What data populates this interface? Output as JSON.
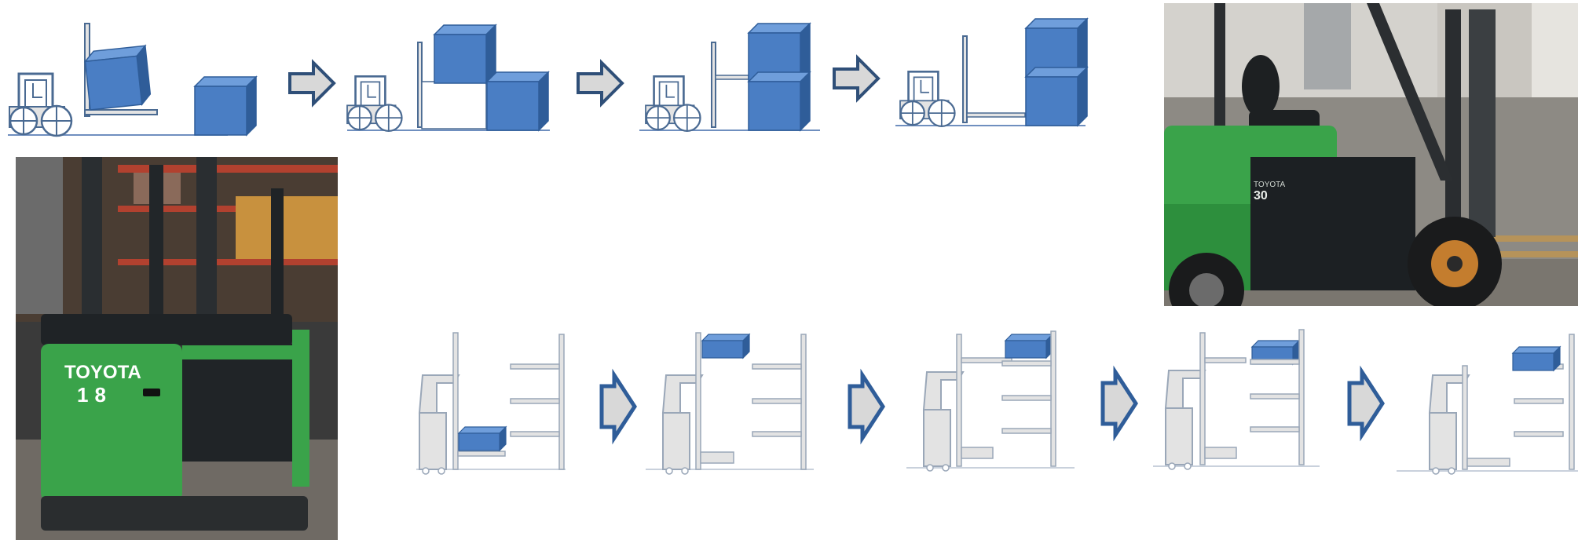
{
  "colors": {
    "box_fill": "#4a7ec4",
    "box_top": "#6f9edb",
    "box_side": "#2f5d99",
    "outline": "#4a6a92",
    "truck_fill": "#e3e3e3",
    "arrow_fill": "#d8d8d8",
    "arrow_stroke": "#2f4f78",
    "ground": "#6f8fbf",
    "photo_green": "#3aa34a",
    "photo_dark": "#1e2326"
  },
  "icons": [
    "counterbalance-forklift-icon",
    "reach-truck-icon",
    "right-arrow-icon",
    "cargo-box-icon",
    "rack-icon"
  ],
  "sequences": {
    "counterbalance_steps": 4,
    "reach_truck_steps": 5
  },
  "photos": {
    "reach_truck": {
      "brand": "TOYOTA",
      "model": "18"
    },
    "counterbalance": {
      "brand": "TOYOTA",
      "model": "30"
    }
  }
}
